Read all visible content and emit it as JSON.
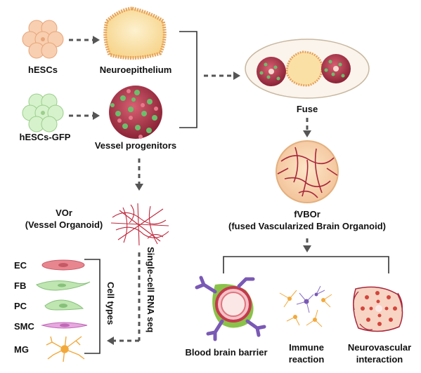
{
  "labels": {
    "hescs": "hESCs",
    "neuroepithelium": "Neuroepithelium",
    "hescs_gfp": "hESCs-GFP",
    "vessel_progenitors": "Vessel progenitors",
    "fuse": "Fuse",
    "vor_line1": "VOr",
    "vor_line2": "(Vessel Organoid)",
    "fvbor_line1": "fVBOr",
    "fvbor_line2": "(fused Vascularized Brain Organoid)",
    "single_cell": "Single-cell RNA seq",
    "cell_types": "Cell types",
    "bbb": "Blood brain barrier",
    "immune_line1": "Immune",
    "immune_line2": "reaction",
    "neuro_line1": "Neurovascular",
    "neuro_line2": "interaction"
  },
  "cell_types": [
    {
      "abbr": "EC",
      "color": "#e8868f"
    },
    {
      "abbr": "FB",
      "color": "#a9d89a"
    },
    {
      "abbr": "PC",
      "color": "#a9d89a"
    },
    {
      "abbr": "SMC",
      "color": "#d98ad0"
    },
    {
      "abbr": "MG",
      "color": "#f2a93b"
    }
  ],
  "colors": {
    "hesc": "#f6c7a4",
    "hesc_gfp": "#cdeec2",
    "neuro_fill": "#fbe3a8",
    "neuro_border": "#e9a45a",
    "vessel_red": "#b3354b",
    "vessel_green": "#6bbf6b",
    "arrow": "#555555"
  }
}
